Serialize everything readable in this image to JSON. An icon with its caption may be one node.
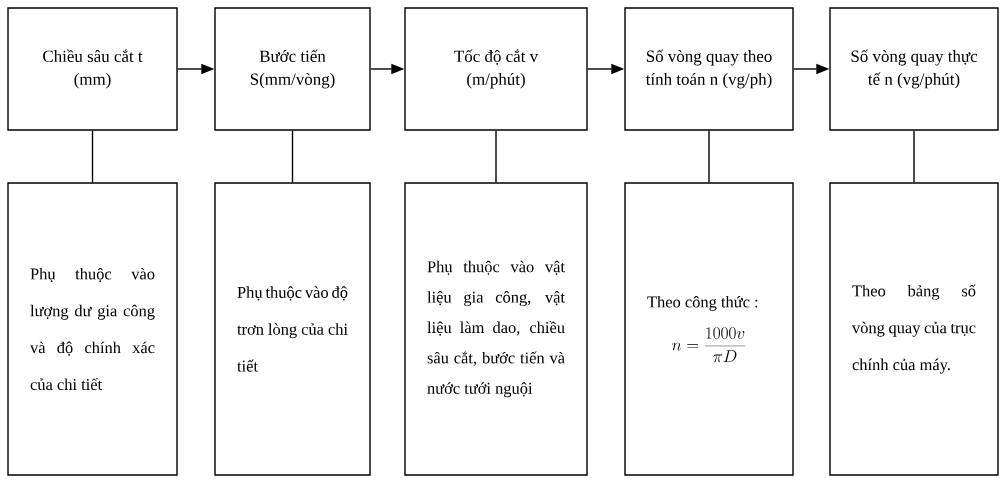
{
  "diagram": {
    "nodes": [
      {
        "text": [
          "Chiều sâu cắt t (mm)"
        ]
      },
      {
        "text": [
          "Bước tiến S(mm/vòng)"
        ]
      },
      {
        "text": [
          "Tốc độ cắt v (m/phút)"
        ]
      },
      {
        "text": [
          "Số vòng quay theo tính toán n (vg/ph)"
        ]
      },
      {
        "text": [
          "Số vòng quay thực tế n (vg/phút)"
        ]
      },
      {
        "text": [
          "Phụ thuộc vào lượng dư gia công và độ chính xác của chi tiết"
        ]
      },
      {
        "text": [
          "Phụ thuộc vào độ trơn lòng của chi tiết"
        ]
      },
      {
        "text": [
          "Phụ thuộc vào vật liệu gia công, vật liệu làm dao, chiều sâu cắt, bước tiến và nước tưới nguội"
        ]
      },
      {
        "text": [
          "Theo công thức :",
          "n = \\frac{1000v}{\\pi D}"
        ]
      },
      {
        "text": [
          "Theo bảng số vòng quay của trục chính của máy."
        ]
      }
    ],
    "edges": [
      {
        "from": 0,
        "to": 1,
        "arrow": "to"
      },
      {
        "from": 1,
        "to": 2,
        "arrow": "to"
      },
      {
        "from": 2,
        "to": 3,
        "arrow": "to"
      },
      {
        "from": 3,
        "to": 4,
        "arrow": "to"
      },
      {
        "from": 0,
        "to": 5,
        "arrow": "none"
      },
      {
        "from": 1,
        "to": 6,
        "arrow": "none"
      },
      {
        "from": 2,
        "to": 7,
        "arrow": "none"
      },
      {
        "from": 3,
        "to": 8,
        "arrow": "none"
      },
      {
        "from": 4,
        "to": 9,
        "arrow": "none"
      }
    ]
  }
}
